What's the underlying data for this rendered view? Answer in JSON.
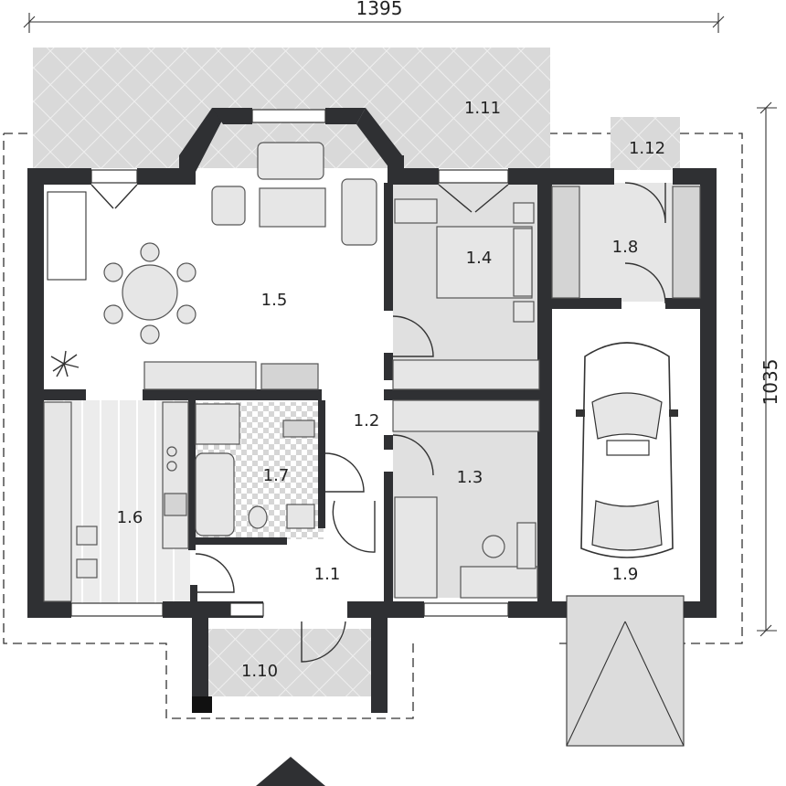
{
  "dimensions": {
    "width_label": "1395",
    "height_label": "1035"
  },
  "rooms": {
    "r1_1": "1.1",
    "r1_2": "1.2",
    "r1_3": "1.3",
    "r1_4": "1.4",
    "r1_5": "1.5",
    "r1_6": "1.6",
    "r1_7": "1.7",
    "r1_8": "1.8",
    "r1_9": "1.9",
    "r1_10": "1.10",
    "r1_11": "1.11",
    "r1_12": "1.12"
  },
  "colors": {
    "wall": "#2f3033",
    "floor_gray": "#e0e0e0",
    "terrace": "#d9d9d9",
    "background": "#ffffff"
  },
  "icons": [
    "north-arrow-icon",
    "car-icon",
    "plant-icon"
  ]
}
